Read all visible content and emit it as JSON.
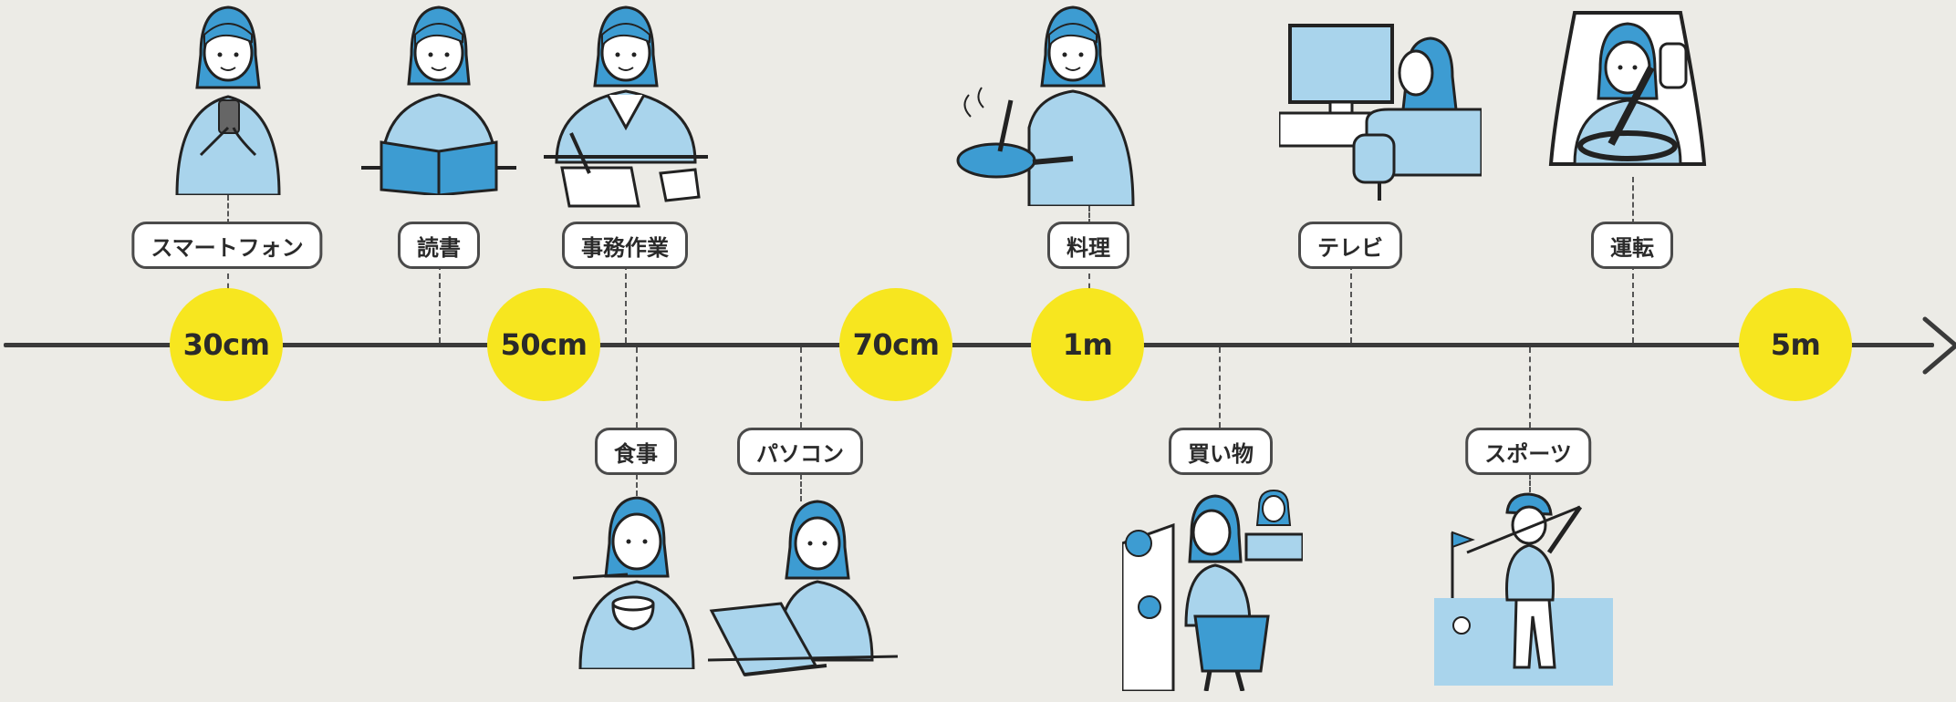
{
  "axis": {
    "markers": [
      "30cm",
      "50cm",
      "70cm",
      "1m",
      "5m"
    ],
    "icon": "arrow-right-icon"
  },
  "activities_above": [
    "スマートフォン",
    "読書",
    "事務作業",
    "料理",
    "テレビ",
    "運転"
  ],
  "activities_below": [
    "食事",
    "パソコン",
    "買い物",
    "スポーツ"
  ],
  "colors": {
    "marker": "#f7e61f",
    "accent": "#3d9cd2",
    "line": "#3a3a3a",
    "background": "#ecebe6"
  }
}
